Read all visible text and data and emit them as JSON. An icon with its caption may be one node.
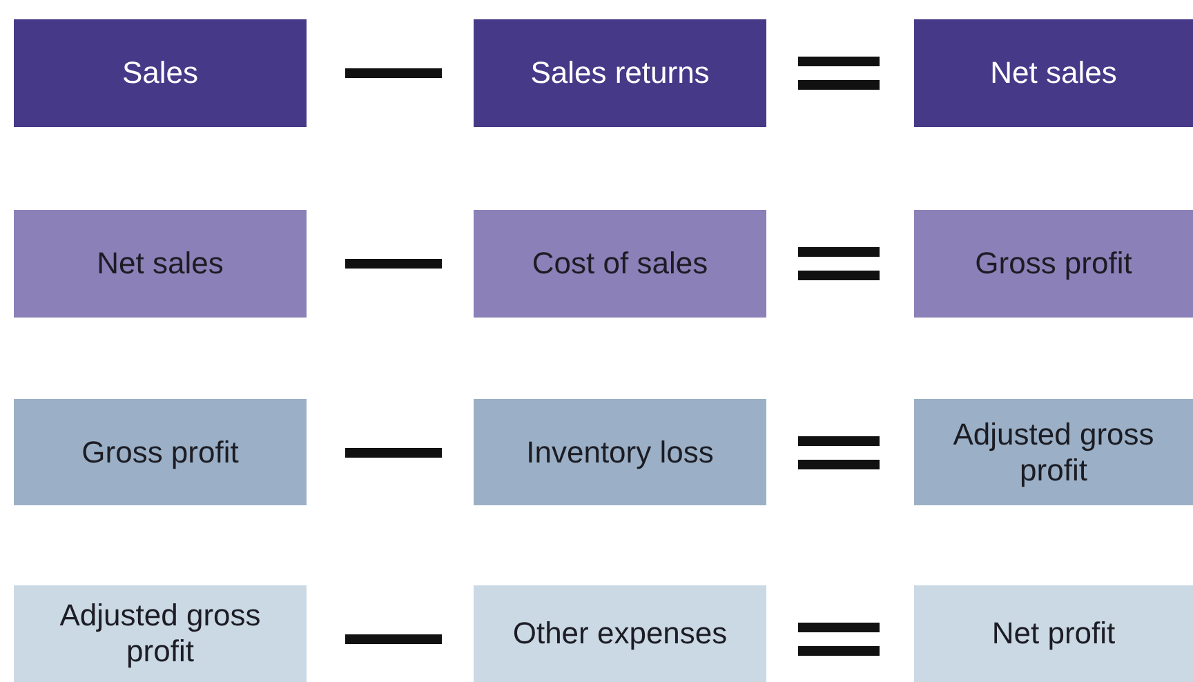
{
  "diagram": {
    "nodes": [
      {
        "text": [
          "Sales"
        ]
      },
      {
        "text": [
          "Sales returns"
        ]
      },
      {
        "text": [
          "Net sales"
        ]
      },
      {
        "text": [
          "Net sales"
        ]
      },
      {
        "text": [
          "Cost of sales"
        ]
      },
      {
        "text": [
          "Gross profit"
        ]
      },
      {
        "text": [
          "Gross profit"
        ]
      },
      {
        "text": [
          "Inventory loss"
        ]
      },
      {
        "text": [
          "Adjusted gross profit"
        ]
      },
      {
        "text": [
          "Adjusted gross profit"
        ]
      },
      {
        "text": [
          "Other expenses"
        ]
      },
      {
        "text": [
          "Net profit"
        ]
      }
    ]
  }
}
